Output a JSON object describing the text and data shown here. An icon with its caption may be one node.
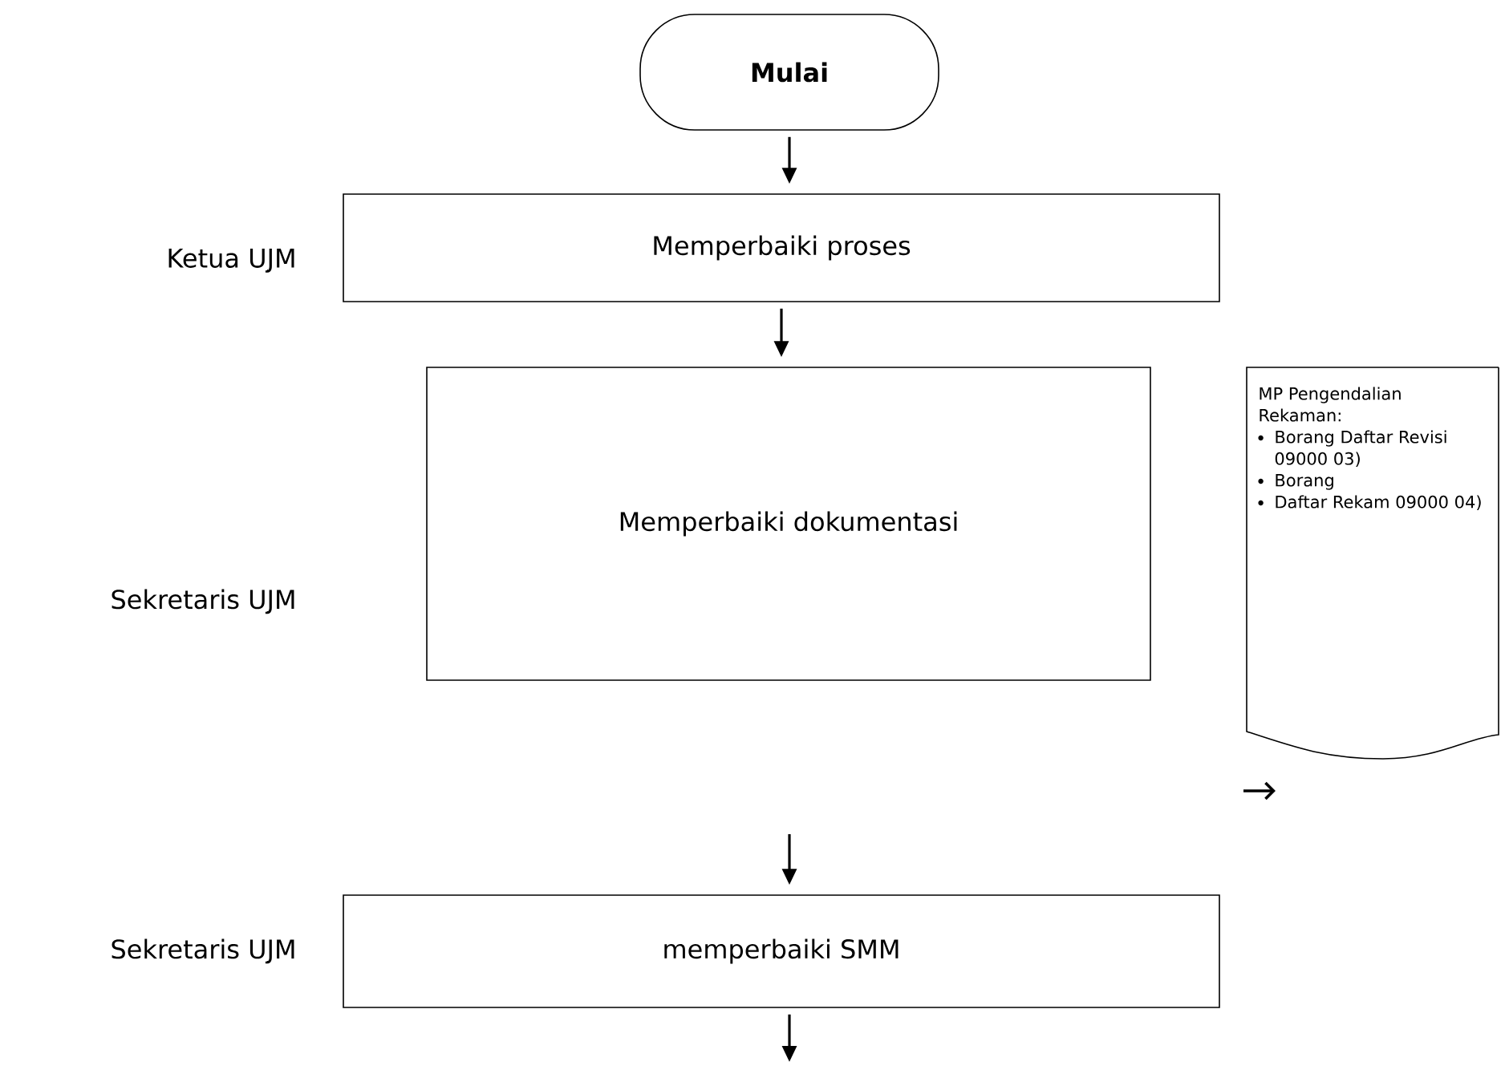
{
  "diagram": {
    "nodes": [
      {
        "text": [
          "Mulai"
        ]
      },
      {
        "text": [
          "Memperbaiki proses"
        ],
        "beside": [
          "Ketua UJM"
        ]
      },
      {
        "text": [
          "Memperbaiki dokumentasi"
        ]
      },
      {
        "text": [
          "MP Pengendalian Rekaman:",
          "Borang Daftar Revisi 09000 03)",
          "Borang",
          "Daftar Rekam 09000 04)"
        ]
      },
      {
        "text": [
          "memperbaiki SMM"
        ],
        "beside": [
          "Sekretaris UJM"
        ]
      }
    ],
    "edges": [
      {
        "from": 0,
        "to": 1,
        "arrow": "to"
      },
      {
        "from": 1,
        "to": 2,
        "arrow": "to"
      },
      {
        "from": null,
        "to": 4,
        "arrow": "to"
      },
      {
        "from": 4,
        "to": null,
        "arrow": "to"
      }
    ],
    "labels": [
      "Sekretaris UJM"
    ]
  }
}
